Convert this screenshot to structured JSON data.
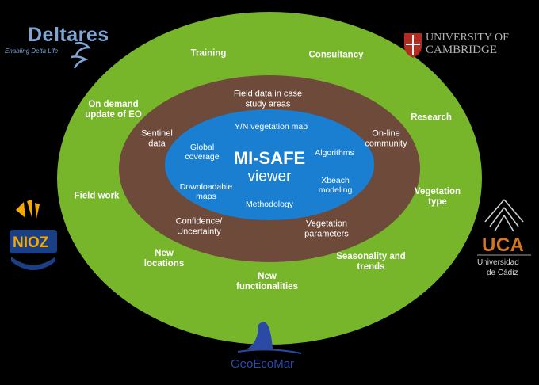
{
  "colors": {
    "background": "#000000",
    "outer_ring": "#77b52b",
    "middle_ring": "#6e4a3b",
    "inner_core": "#1a7fd1",
    "text": "#ffffff"
  },
  "center": {
    "title": "MI-SAFE",
    "subtitle": "viewer"
  },
  "inner_items": [
    {
      "text": "Y/N vegetation map"
    },
    {
      "text": "Global coverage"
    },
    {
      "text": "Algorithms"
    },
    {
      "text": "Downloadable maps"
    },
    {
      "text": "Xbeach modeling"
    },
    {
      "text": "Methodology"
    }
  ],
  "middle_items": [
    {
      "text": "Field data in case study areas"
    },
    {
      "text": "Sentinel data"
    },
    {
      "text": "On-line community"
    },
    {
      "text": "Confidence/ Uncertainty"
    },
    {
      "text": "Vegetation parameters"
    }
  ],
  "outer_items": [
    {
      "text": "Training"
    },
    {
      "text": "Consultancy"
    },
    {
      "text": "On demand update of EO"
    },
    {
      "text": "Research"
    },
    {
      "text": "Field work"
    },
    {
      "text": "Vegetation type"
    },
    {
      "text": "New locations"
    },
    {
      "text": "Seasonality and trends"
    },
    {
      "text": "New functionalities"
    }
  ],
  "logos": {
    "deltares": {
      "name": "Deltares",
      "tagline": "Enabling Delta Life",
      "icon": "deltares-wave-logo"
    },
    "cambridge": {
      "line1": "UNIVERSITY OF",
      "line2": "CAMBRIDGE",
      "icon": "cambridge-crest-logo"
    },
    "nioz": {
      "name": "NIOZ",
      "icon": "nioz-logo"
    },
    "uca": {
      "name": "UCA",
      "line2": "Universidad",
      "line3": "de Cádiz",
      "icon": "uca-emblem-logo"
    },
    "geoecomar": {
      "name": "GeoEcoMar",
      "icon": "geoecomar-sail-logo"
    }
  }
}
